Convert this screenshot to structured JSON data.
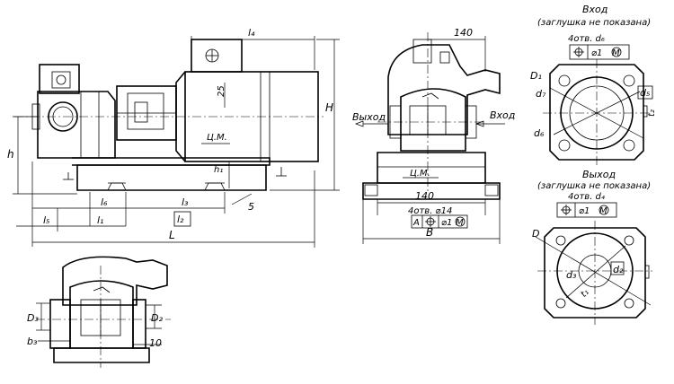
{
  "labels": {
    "l4": "l₄",
    "h25": "25",
    "H": "H",
    "h": "h",
    "cm_side": "Ц.М.",
    "h1": "h₁",
    "n5": "5",
    "l6": "l₆",
    "l3": "l₃",
    "l2": "l₂",
    "l5": "l₅",
    "l1": "l₁",
    "L": "L",
    "d140_top": "140",
    "vyhod": "Выход",
    "vhod": "Вход",
    "cm_front": "Ц.М.",
    "d140_bot": "140",
    "holes4_14": "4отв. ⌀14",
    "tol_A": "A",
    "tol_front": "⌀1",
    "tol_front_mod": "M",
    "B": "B",
    "D3": "D₃",
    "D2": "D₂",
    "b3": "b₃",
    "n10": "10",
    "inlet_title": "Вход",
    "inlet_sub": "(заглушка не показана)",
    "inlet_holes": "4отв. d₆",
    "inlet_tol": "⌀1",
    "inlet_tol_mod": "M",
    "D1": "D₁",
    "d7": "d₇",
    "d5": "d₅",
    "d6": "d₆",
    "t2": "t₂",
    "outlet_title": "Выход",
    "outlet_sub": "(заглушка не показана)",
    "outlet_holes": "4отв. d₄",
    "outlet_tol": "⌀1",
    "outlet_tol_mod": "M",
    "D": "D",
    "d2": "d₂",
    "d3": "d₃",
    "t1": "t₁"
  }
}
